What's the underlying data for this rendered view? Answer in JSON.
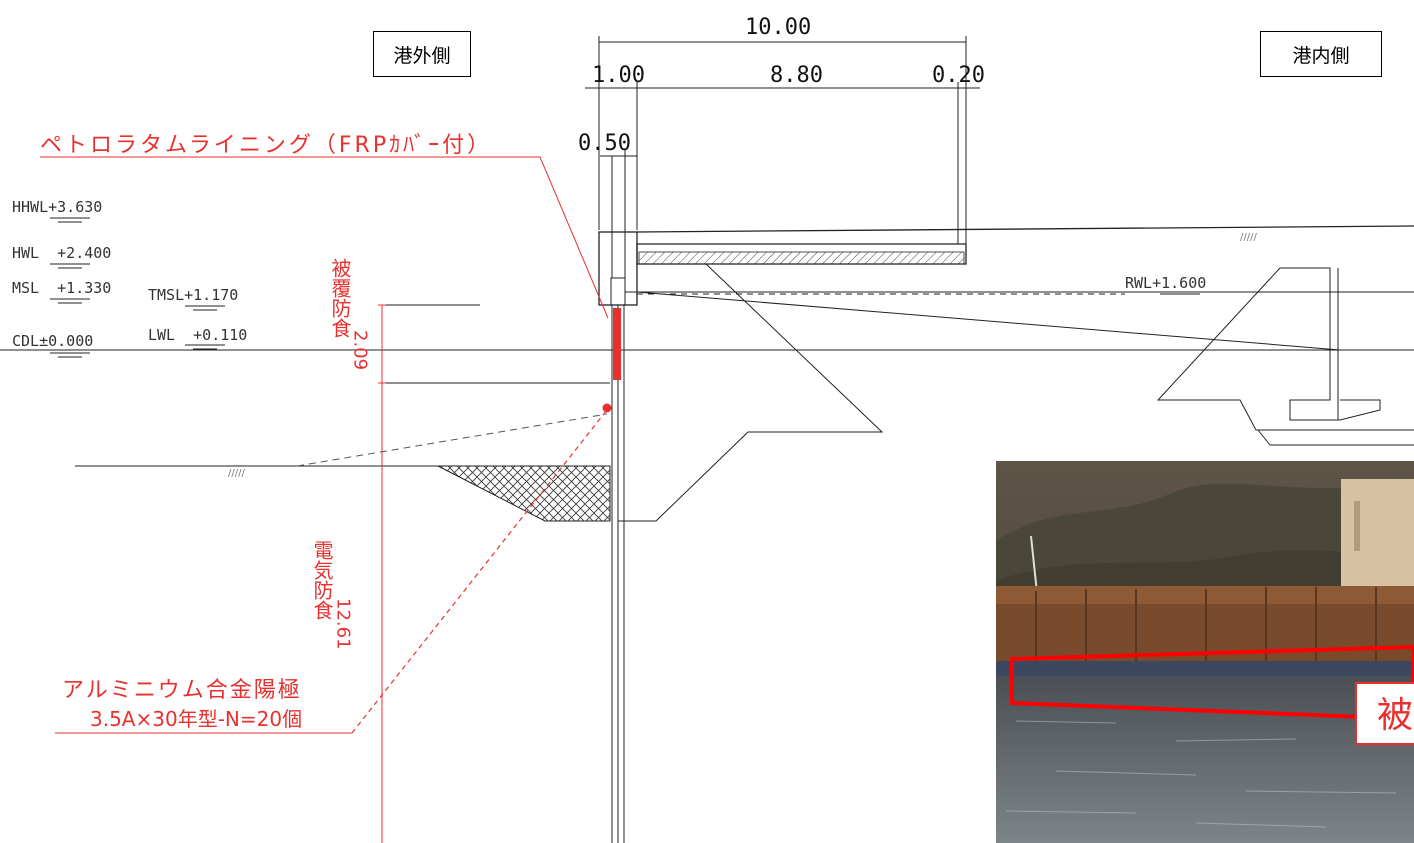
{
  "labels": {
    "outer_side": "港外側",
    "inner_side": "港内側"
  },
  "dimensions": {
    "total_width": "10.00",
    "left_width": "1.00",
    "middle_width": "8.80",
    "right_width": "0.20",
    "wall_width": "0.50"
  },
  "water_levels": {
    "hhwl": "HHWL+3.630",
    "hwl": "HWL  +2.400",
    "msl": "MSL  +1.330",
    "tmsl": "TMSL+1.170",
    "cdl": "CDL±0.000",
    "lwl": "LWL  +0.110",
    "rwl": "RWL+1.600"
  },
  "annotations": {
    "lining": "ペトロラタムライニング（FRPｶﾊﾞｰ付）",
    "coating_title": "被覆防食",
    "coating_value": "2.09",
    "electric_title": "電気防食",
    "electric_value": "12.61",
    "anode_line1": "アルミニウム合金陽極",
    "anode_line2": "3.5A×30年型-N=20個"
  },
  "photo": {
    "tag_text": "被"
  },
  "colors": {
    "annotation": "#e8312f",
    "line": "#222222"
  }
}
